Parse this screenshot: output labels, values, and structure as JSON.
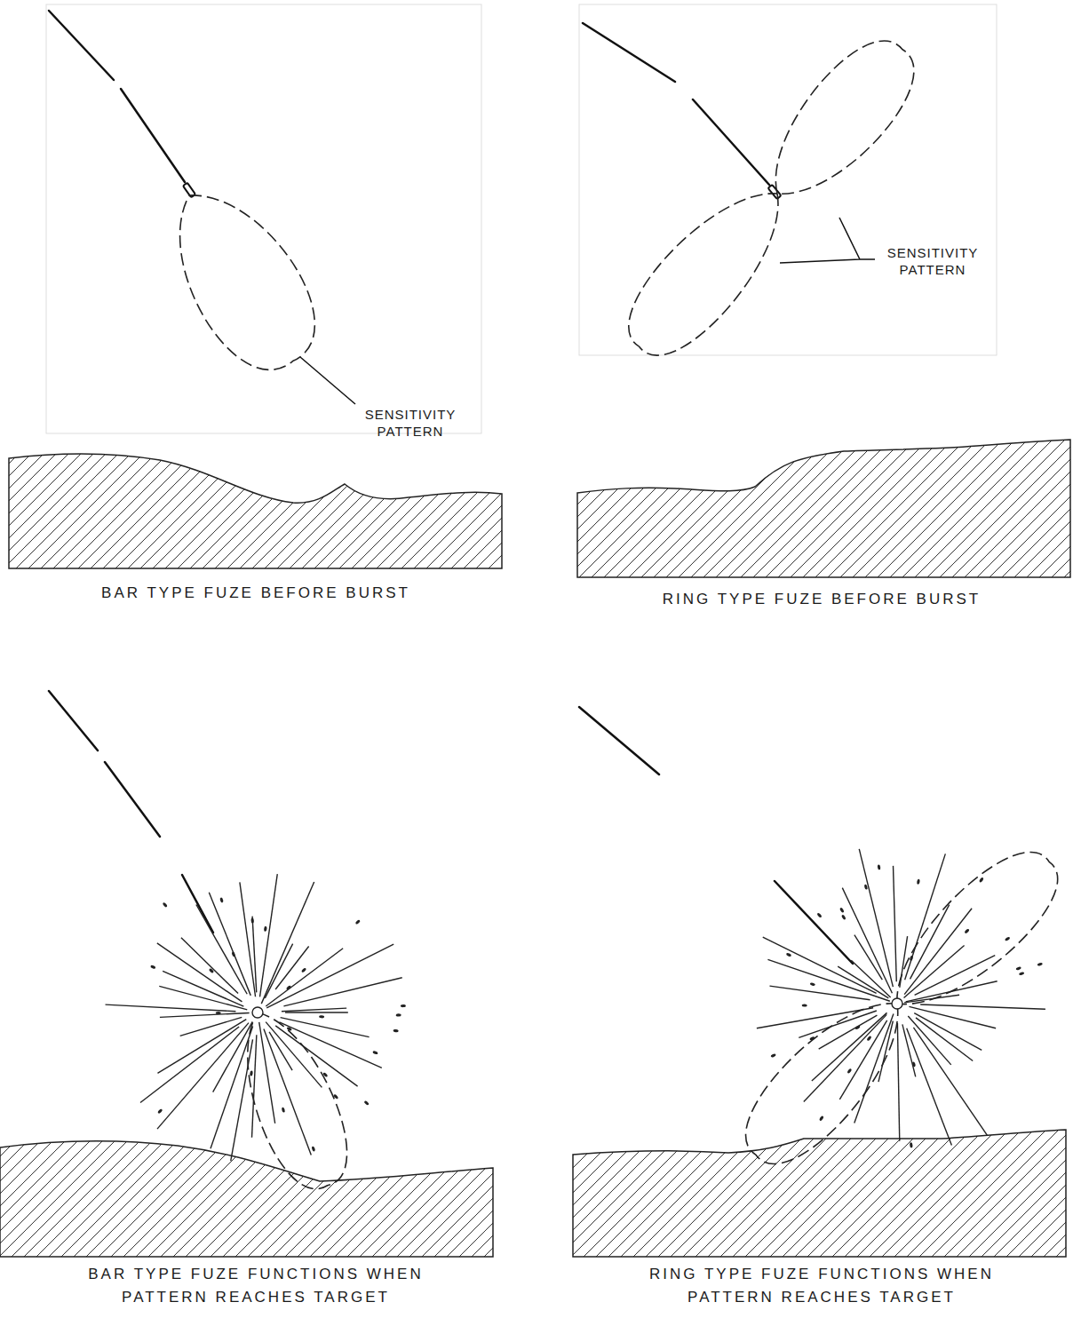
{
  "diagram": {
    "labels": [
      "SENSITIVITY PATTERN",
      "SENSITIVITY PATTERN",
      "BAR TYPE FUZE BEFORE BURST",
      "RING TYPE FUZE BEFORE BURST",
      "BAR TYPE FUZE FUNCTIONS WHEN PATTERN REACHES TARGET",
      "RING TYPE FUZE FUNCTIONS WHEN PATTERN REACHES TARGET"
    ]
  }
}
